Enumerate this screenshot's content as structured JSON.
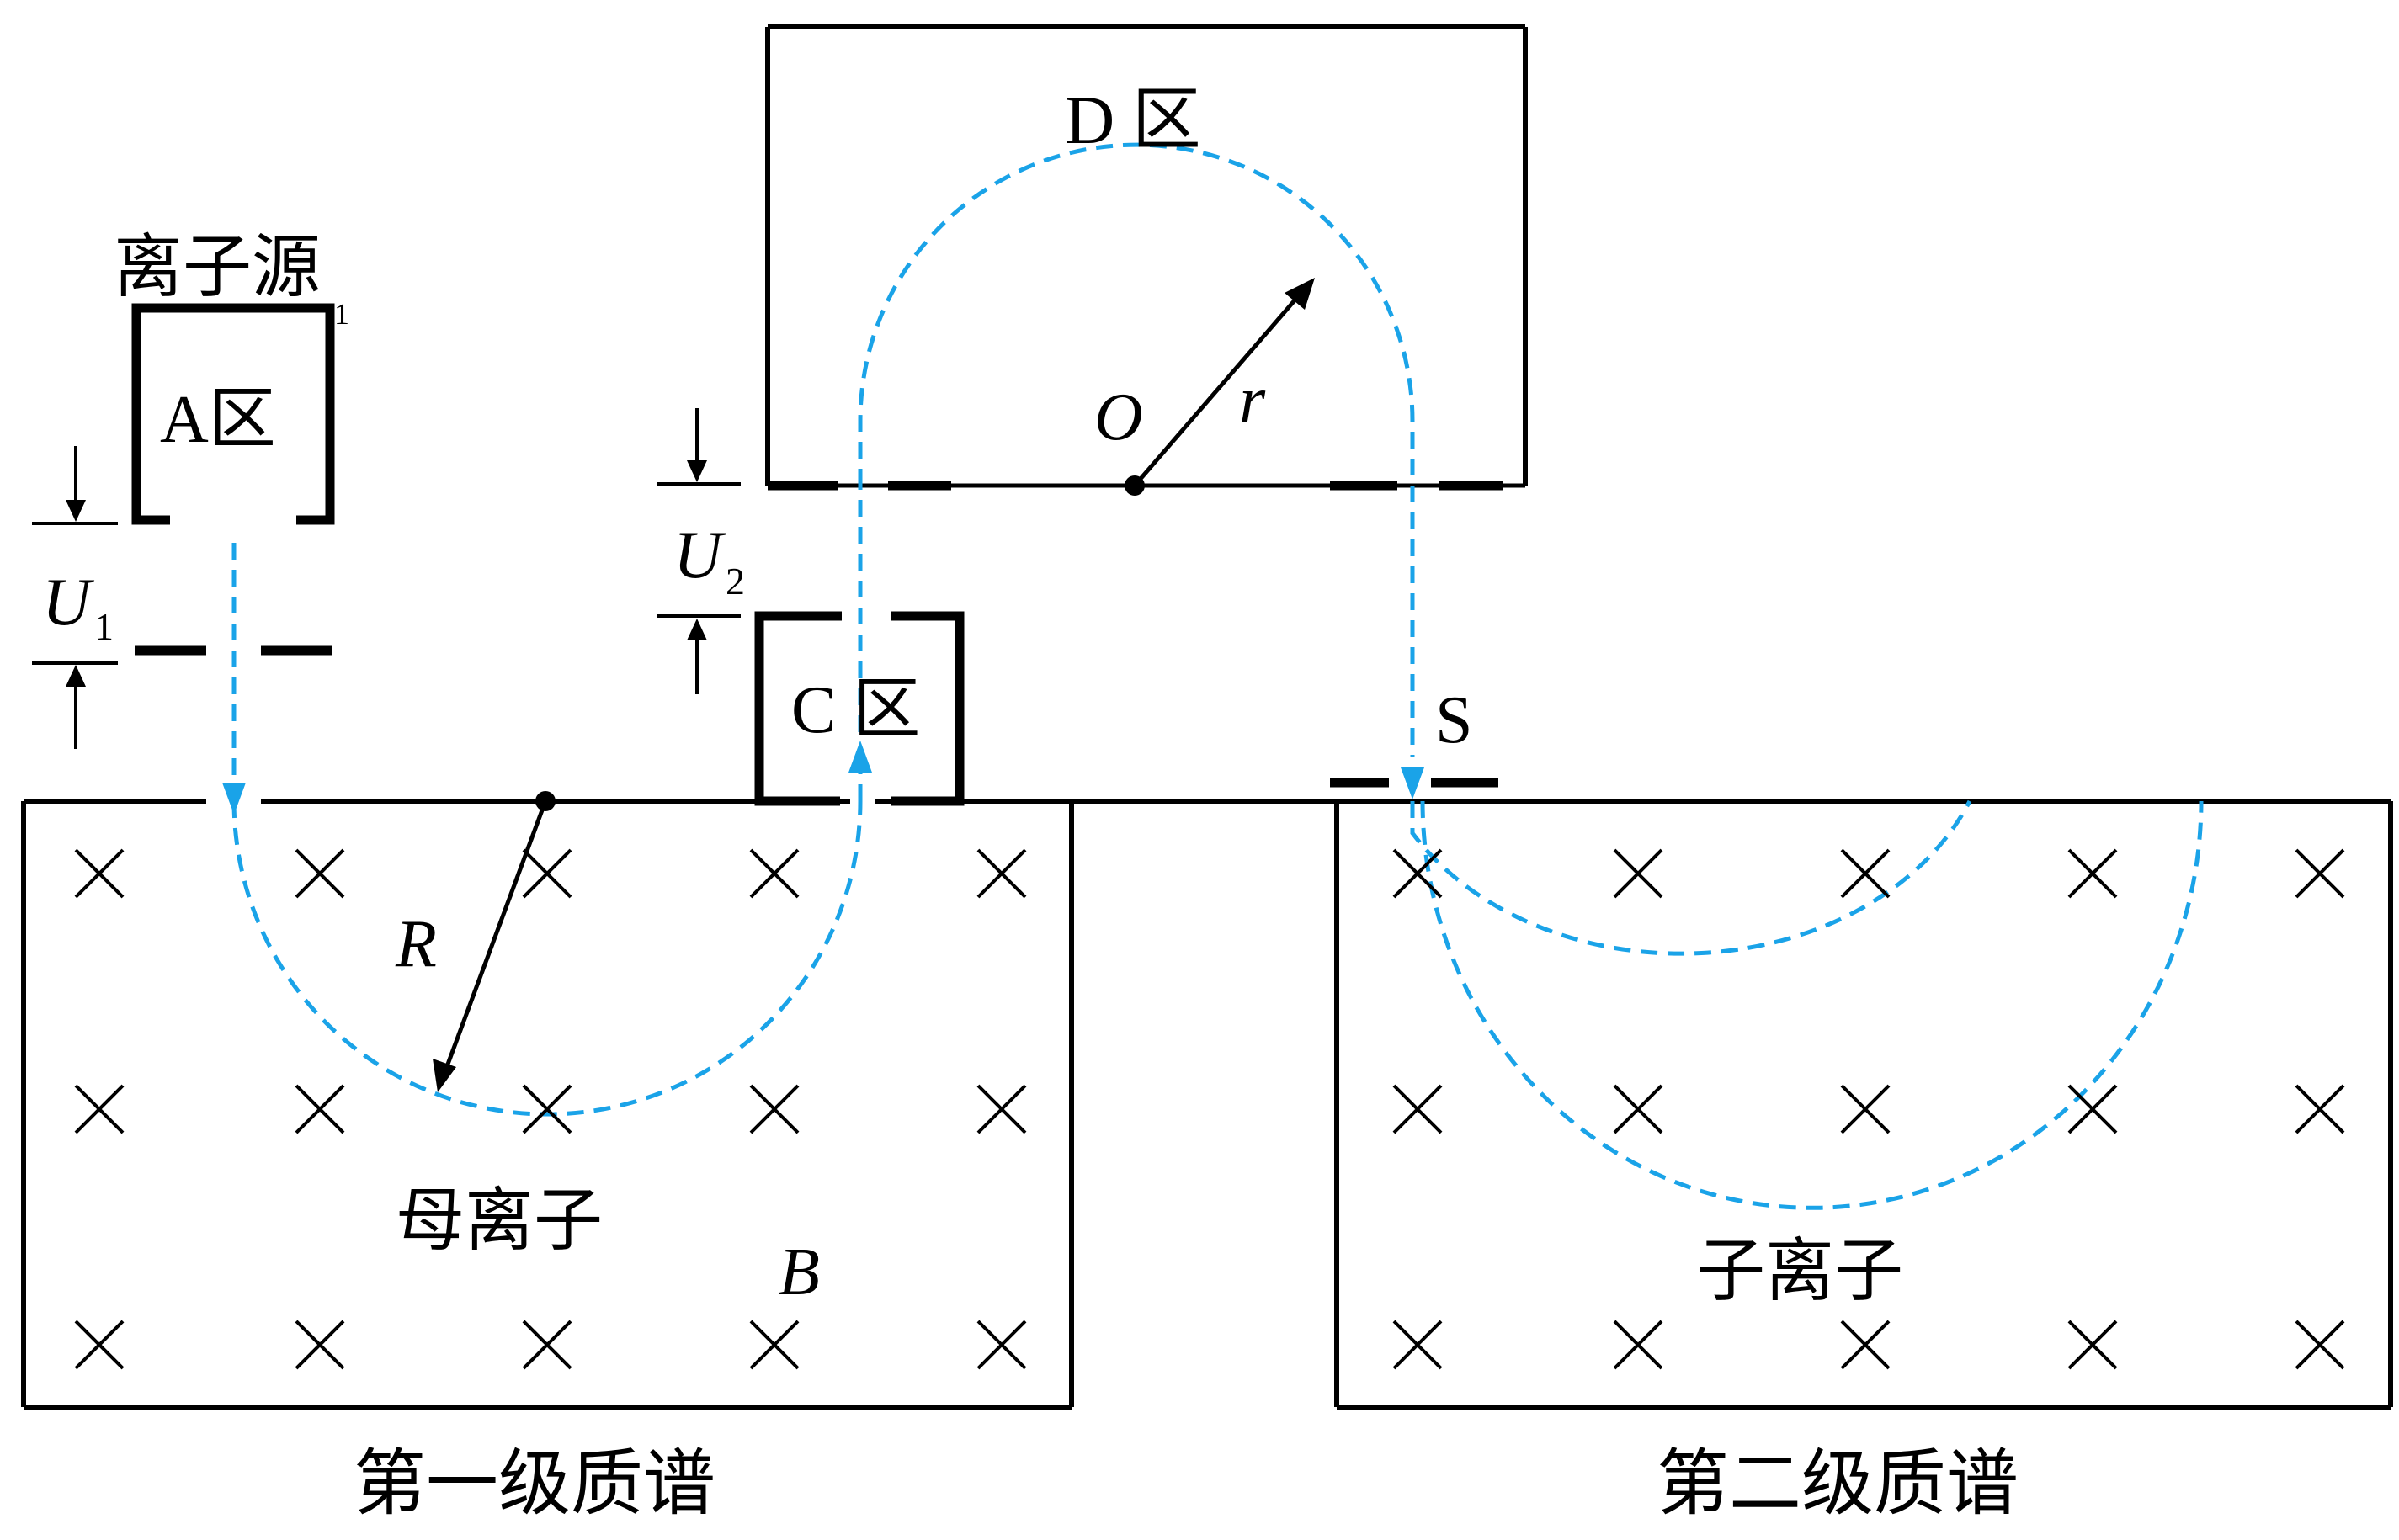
{
  "labels": {
    "ion_source": "离子源",
    "ion_source_sub": "1",
    "region_a": "A区",
    "region_c": "C 区",
    "region_d": "D 区",
    "u1_main": "U",
    "u1_sub": "1",
    "u2_main": "U",
    "u2_sub": "2",
    "center_o": "O",
    "radius_small": "r",
    "radius_big": "R",
    "field_b": "B",
    "slit_s": "S",
    "parent_ion": "母离子",
    "daughter_ion": "子离子",
    "stage_one": "第一级质谱",
    "stage_two": "第二级质谱",
    "field_marker": "×"
  },
  "colors": {
    "line": "#000000",
    "trajectory": "#1aa3e8",
    "background": "#ffffff"
  }
}
